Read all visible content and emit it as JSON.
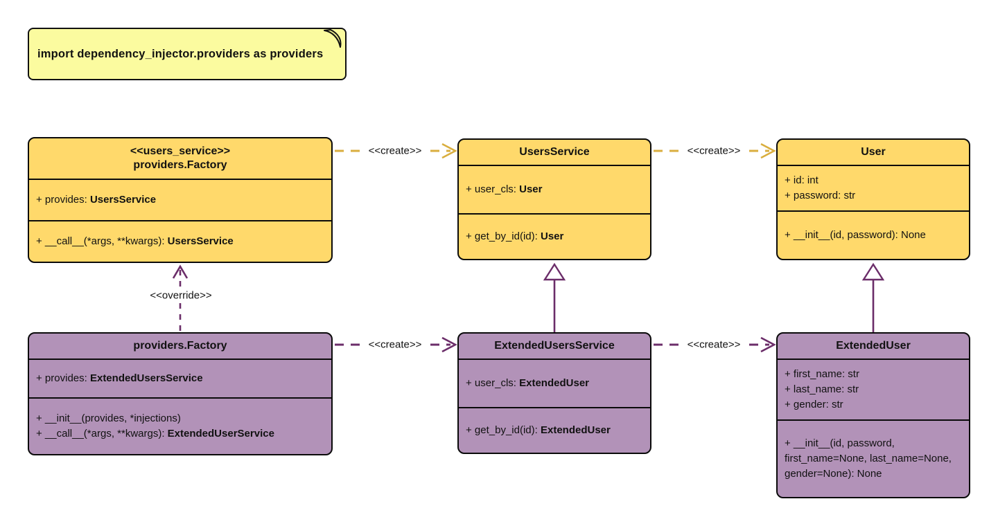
{
  "colors": {
    "class_yellow": "#ffd96b",
    "class_purple": "#b292b8",
    "note_yellow": "#fbfb9f",
    "arrow_gold": "#d9ae3e",
    "arrow_purple": "#6b2d69",
    "border_black": "#0a0a0a"
  },
  "note": {
    "text": "import dependency_injector.providers as providers"
  },
  "classes": [
    {
      "id": "factory-users",
      "stereotype": "<<users_service>>",
      "name": "providers.Factory",
      "attributes": [
        {
          "text": "+ provides: ",
          "type": "UsersService"
        }
      ],
      "methods": [
        {
          "text": "+ __call__(*args, **kwargs): ",
          "type": "UsersService"
        }
      ]
    },
    {
      "id": "users-service",
      "name": "UsersService",
      "attributes": [
        {
          "text": "+ user_cls: ",
          "type": "User"
        }
      ],
      "methods": [
        {
          "text": "+ get_by_id(id): ",
          "type": "User"
        }
      ]
    },
    {
      "id": "user",
      "name": "User",
      "attributes": [
        {
          "text": "+ id: int"
        },
        {
          "text": "+ password: str"
        }
      ],
      "methods": [
        {
          "text": "+ __init__(id, password): None"
        }
      ]
    },
    {
      "id": "factory-extended",
      "name": "providers.Factory",
      "attributes": [
        {
          "text": "+ provides: ",
          "type": "ExtendedUsersService"
        }
      ],
      "methods": [
        {
          "text": "+ __init__(provides, *injections)"
        },
        {
          "text": "+ __call__(*args, **kwargs): ",
          "type": "ExtendedUserService"
        }
      ]
    },
    {
      "id": "extended-users-service",
      "name": "ExtendedUsersService",
      "attributes": [
        {
          "text": "+ user_cls: ",
          "type": "ExtendedUser"
        }
      ],
      "methods": [
        {
          "text": "+ get_by_id(id): ",
          "type": "ExtendedUser"
        }
      ]
    },
    {
      "id": "extended-user",
      "name": "ExtendedUser",
      "attributes": [
        {
          "text": "+ first_name: str"
        },
        {
          "text": "+ last_name: str"
        },
        {
          "text": "+ gender: str"
        }
      ],
      "methods": [
        {
          "text": "+ __init__(id, password, first_name=None, last_name=None, gender=None): None"
        }
      ]
    }
  ],
  "edges": {
    "create_label": "<<create>>",
    "override_label": "<<override>>"
  }
}
